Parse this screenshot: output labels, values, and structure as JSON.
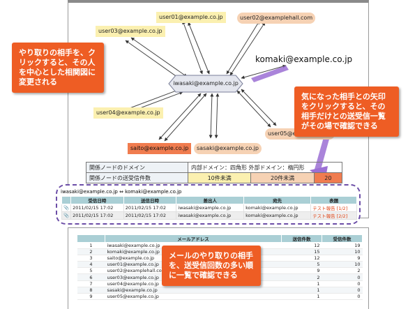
{
  "graph": {
    "center": "iwasaki@example.co.jp",
    "selected": "komaki@example.co.jp",
    "nodes": {
      "user01": "user01@example.co.jp",
      "user02": "user02@examplehall.com",
      "user03": "user03@example.co.jp",
      "user04": "user04@example.co.jp",
      "user05": "user05@example.co.jp",
      "saito": "saito@example.co.jp",
      "sasaki": "sasaki@example.co.jp"
    }
  },
  "callouts": {
    "left": "やり取りの相手を、クリックすると、その人を中心とした相関図に変更される",
    "right": "気になった相手との矢印をクリックすると、その相手だけとの送受信一覧がその場で確認できる",
    "bottom": "メールのやり取りの相手を、送受信回数の多い順に一覧で確認できる"
  },
  "legend": {
    "row1_label": "関係ノードのドメイン",
    "row1_value": "内部ドメイン：四角形  外部ドメイン：楕円形",
    "row2_label": "関係ノードの送受信件数",
    "row2_a": "10件未満",
    "row2_b": "20件未満",
    "row2_c": "20"
  },
  "messages": {
    "conversation": "iwasaki@example.co.jp ⇔ komaki@example.co.jp",
    "headers": [
      "",
      "受信日時",
      "送信日時",
      "差出人",
      "宛先",
      "表題"
    ],
    "rows": [
      [
        "2011/02/15 17:02",
        "2011/02/15 17:02",
        "iwasaki@example.co.jp",
        "komaki@example.co.jp",
        "テスト報告 [1/2]"
      ],
      [
        "2011/02/15 17:02",
        "2011/02/15 17:02",
        "iwasaki@example.co.jp",
        "komaki@example.co.jp",
        "テスト報告 [2/2]"
      ]
    ]
  },
  "addresses": {
    "headers": [
      "",
      "メールアドレス",
      "送信件数",
      "受信件数"
    ],
    "rows": [
      [
        "1",
        "iwasaki@example.co.jp",
        "12",
        "19"
      ],
      [
        "2",
        "komaki@example.co.jp",
        "15",
        "10"
      ],
      [
        "3",
        "saito@example.co.jp",
        "12",
        "9"
      ],
      [
        "4",
        "user01@example.co.jp",
        "5",
        "10"
      ],
      [
        "5",
        "user02@examplehall.com",
        "9",
        "2"
      ],
      [
        "6",
        "user03@example.co.jp",
        "2",
        "0"
      ],
      [
        "7",
        "user04@example.co.jp",
        "1",
        "0"
      ],
      [
        "8",
        "sasaki@example.co.jp",
        "1",
        "0"
      ],
      [
        "9",
        "user05@example.co.jp",
        "1",
        "0"
      ]
    ]
  },
  "colors": {
    "callout": "#ee5d24",
    "inner_node": "#fbf0b0",
    "outer_node": "#f6d2b4",
    "frame": "#6c4ea7"
  }
}
